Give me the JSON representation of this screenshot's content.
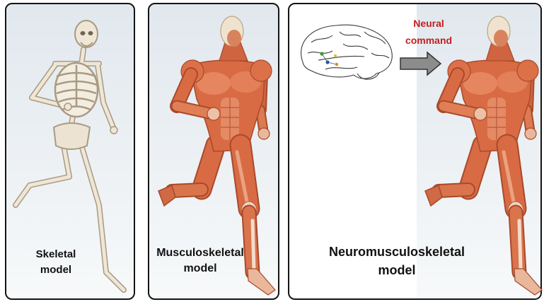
{
  "panels": [
    {
      "label_line1": "Skeletal",
      "label_line2": "model"
    },
    {
      "label_line1": "Musculoskeletal",
      "label_line2": "model"
    },
    {
      "label_line1": "Neuromusculoskeletal",
      "label_line2": "model"
    }
  ],
  "neural_command": {
    "line1": "Neural",
    "line2": "command"
  },
  "icons": [
    "skeleton-figure-icon",
    "muscle-figure-icon",
    "brain-icon",
    "arrow-right-icon"
  ],
  "colors": {
    "label_text": "#111111",
    "neural_command_text": "#c01f1f",
    "arrow": "#8c8c8c",
    "muscle": "#d86b44",
    "bone": "#ece3d3"
  }
}
